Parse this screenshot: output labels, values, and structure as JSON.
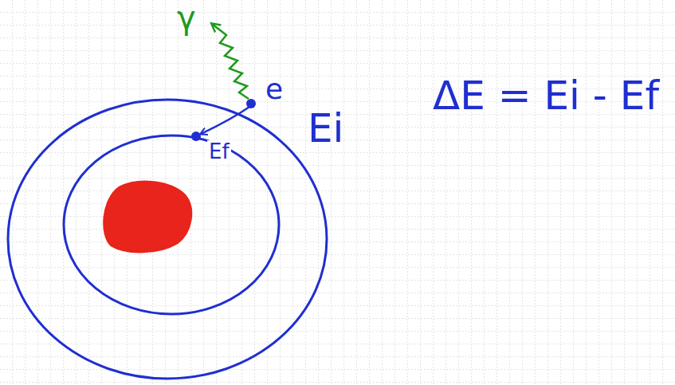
{
  "diagram": {
    "labels": [
      "γ",
      "e",
      "ΔE = Ei - Ef",
      "Ei",
      "Ef"
    ]
  }
}
